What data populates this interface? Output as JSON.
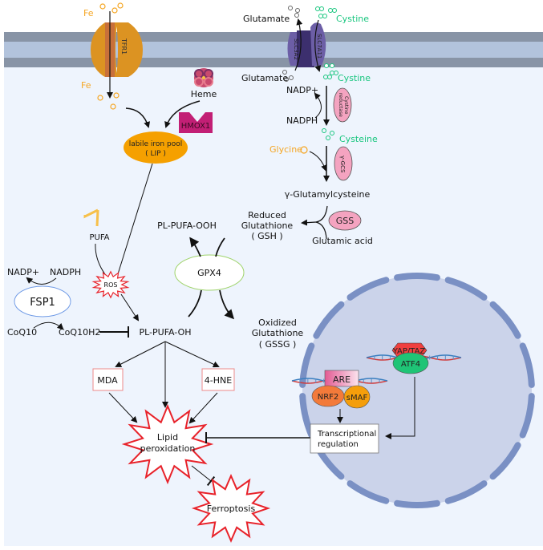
{
  "colors": {
    "cytoplasm": "#eef4fd",
    "membrane_outer": "#8894a6",
    "membrane_inner": "#b2c3dc",
    "iron_orange": "#f5a623",
    "cystine_green": "#19c67f",
    "pink_enzyme": "#f4a3c0",
    "hmox_magenta": "#c21f75",
    "nucleus_fill": "#cbd3ea",
    "nucleus_envelope": "#7a90c4",
    "ros_red": "#e8222a",
    "gpx4_border": "#9fd36b",
    "fsp1_border": "#6f9ae6",
    "yap_red": "#f0403f",
    "atf4_green": "#1fc476",
    "nrf2_orange": "#f37a3a",
    "smaf_orange": "#f59e0b"
  },
  "membrane": {
    "tfr1_label": "TFR1",
    "slc3a2_label": "SLC3A2",
    "slc7a11_label": "SLC7A11"
  },
  "iron": {
    "fe_outside": "Fe",
    "fe_inside": "Fe",
    "heme": "Heme",
    "hmox1": "HMOX1",
    "lip_line1": "labile iron pool",
    "lip_line2": "( LIP )"
  },
  "system_xc": {
    "glutamate_outside": "Glutamate",
    "cystine_outside": "Cystine",
    "glutamate_inside": "Glutamate",
    "cystine_inside": "Cystine",
    "nadp_plus": "NADP+",
    "nadph": "NADPH",
    "cystine_reductase_line1": "Cystine",
    "cystine_reductase_line2": "reductase",
    "cysteine": "Cysteine",
    "glycine": "Glycine",
    "gamma_gcs": "γ-GCS",
    "gamma_glutamylcysteine": "γ-Glutamylcysteine",
    "gss": "GSS",
    "glutamic_acid": "Glutamic acid",
    "gsh_line1": "Reduced",
    "gsh_line2": "Glutathione",
    "gsh_line3": "( GSH )",
    "gssg_line1": "Oxidized",
    "gssg_line2": "Glutathione",
    "gssg_line3": "( GSSG )"
  },
  "lipid": {
    "pufa": "PUFA",
    "ros": "ROS",
    "pl_pufa_ooh": "PL-PUFA-OOH",
    "gpx4": "GPX4",
    "pl_pufa_oh": "PL-PUFA-OH",
    "mda": "MDA",
    "hne": "4-HNE",
    "lipid_perox_line1": "Lipid",
    "lipid_perox_line2": "peroxidation",
    "ferroptosis": "Ferroptosis"
  },
  "fsp1": {
    "nadp_plus": "NADP+",
    "nadph": "NADPH",
    "fsp1": "FSP1",
    "coq10": "CoQ10",
    "coq10h2": "CoQ10H2"
  },
  "nucleus": {
    "yap_taz": "YAP/TAZ",
    "atf4": "ATF4",
    "are": "ARE",
    "nrf2": "NRF2",
    "smaf": "sMAF",
    "tr_line1": "Transcriptional",
    "tr_line2": "regulation"
  }
}
